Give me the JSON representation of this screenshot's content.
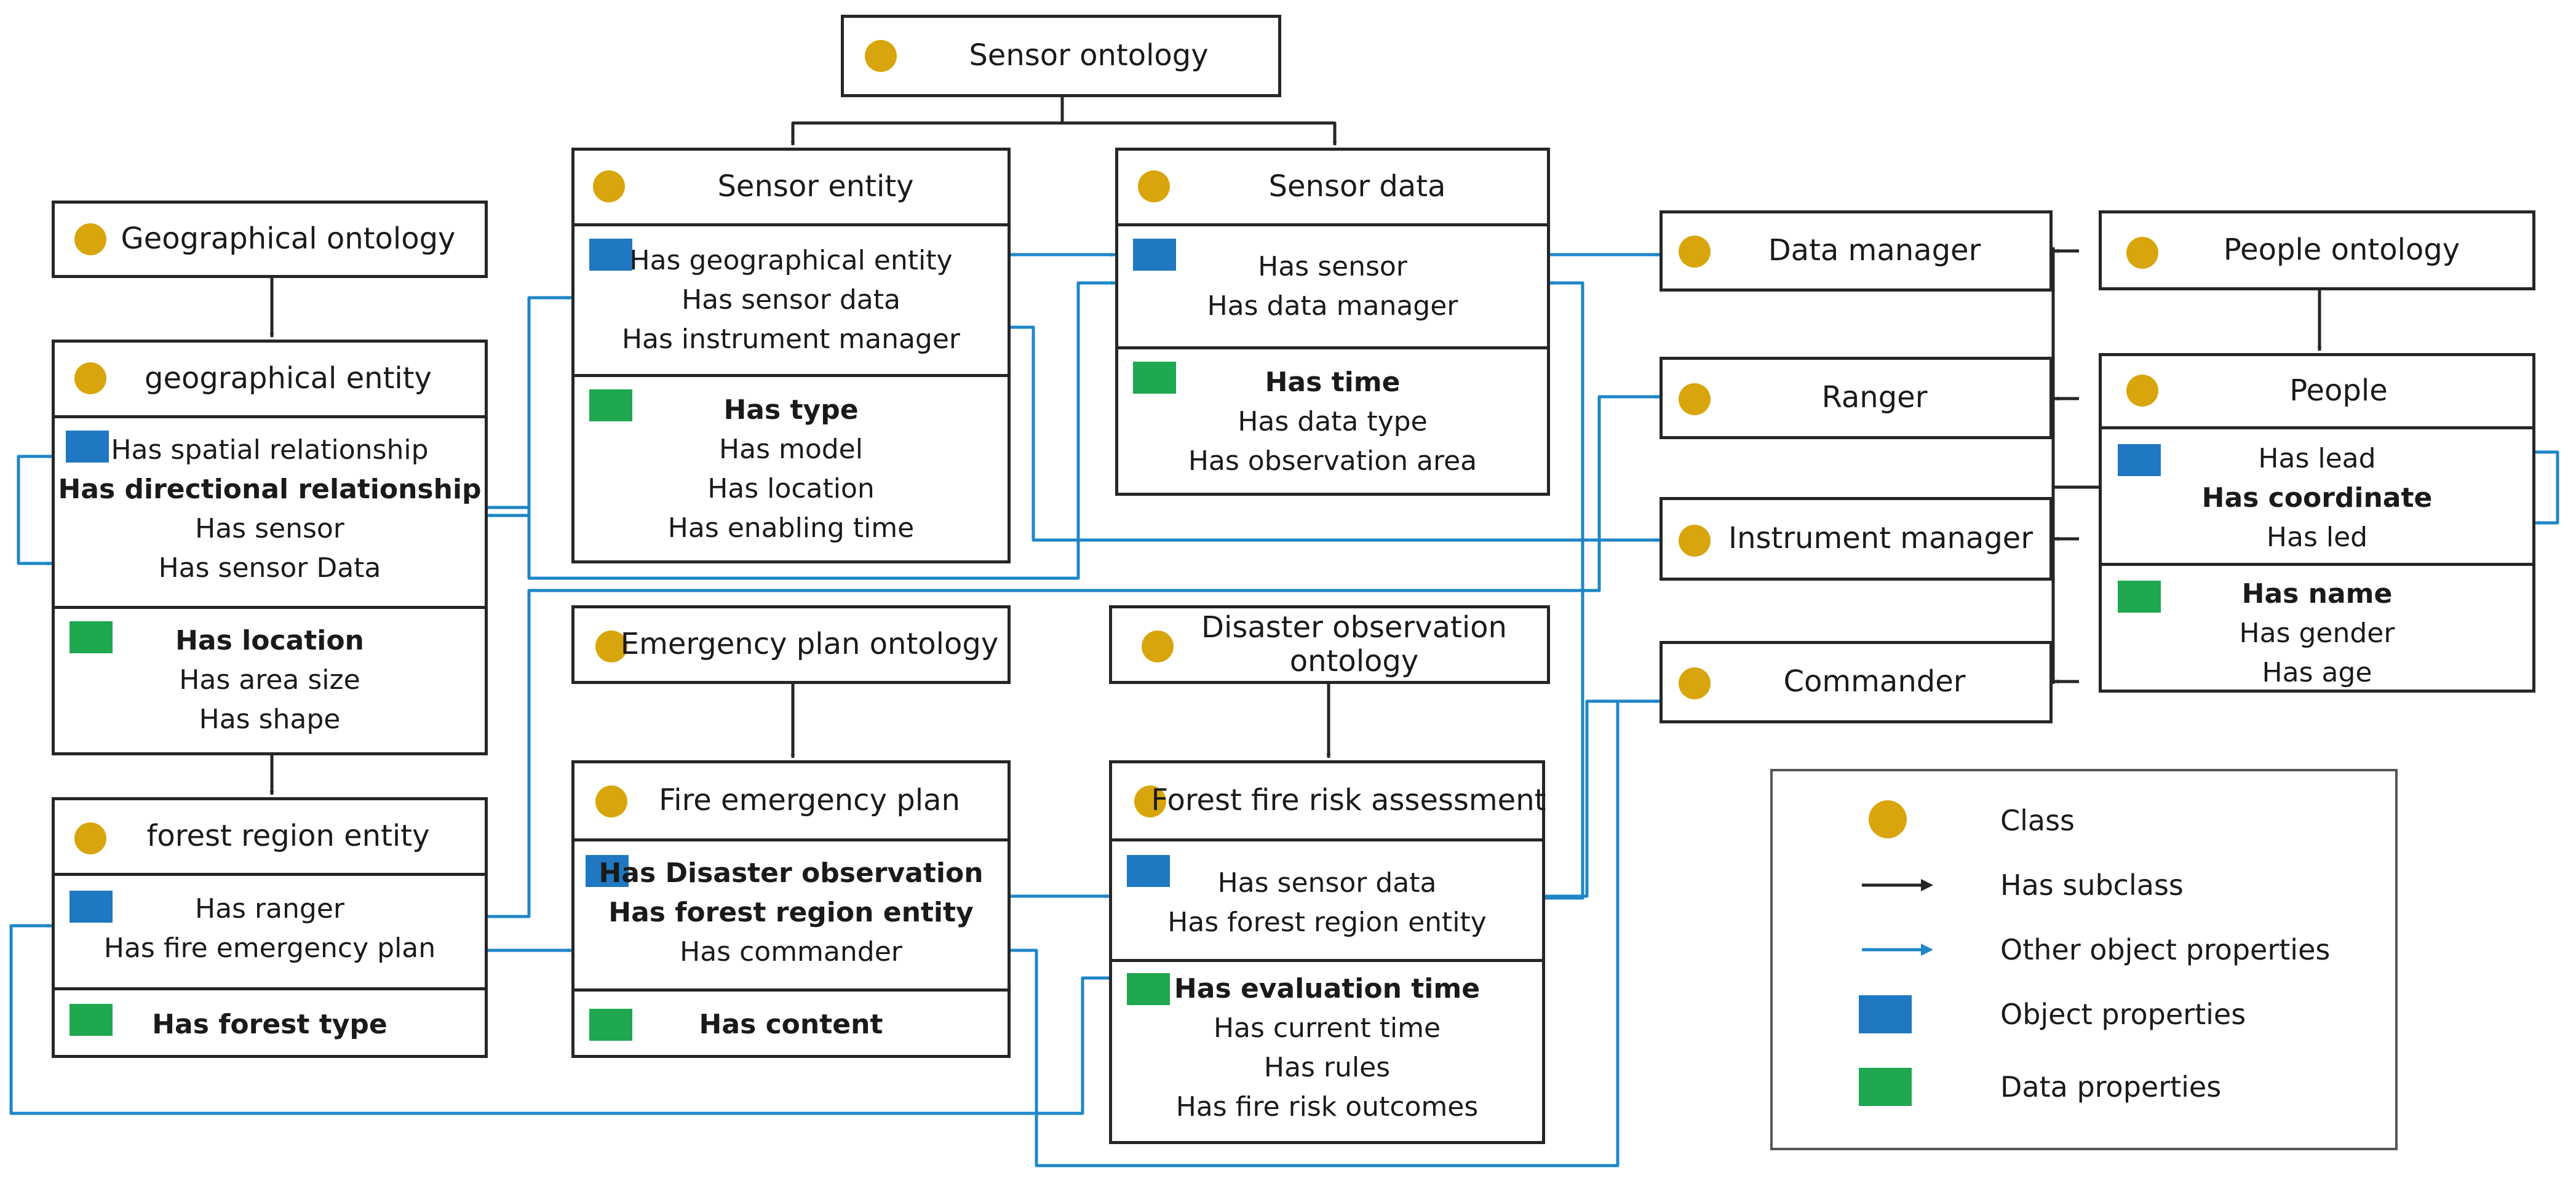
{
  "nodes": {
    "sensor_ontology": {
      "title": "Sensor ontology"
    },
    "geographical_ontology": {
      "title": "Geographical ontology"
    },
    "sensor_entity": {
      "title": "Sensor entity",
      "object_props": [
        "Has geographical entity",
        "Has sensor data",
        "Has instrument manager"
      ],
      "data_props": [
        "Has type",
        "Has model",
        "Has location",
        "Has enabling time"
      ]
    },
    "sensor_data": {
      "title": "Sensor data",
      "object_props": [
        "Has sensor",
        "Has data manager"
      ],
      "data_props": [
        "Has time",
        "Has data type",
        "Has observation area"
      ]
    },
    "geographical_entity": {
      "title": "geographical entity",
      "object_props": [
        "Has spatial relationship",
        "Has directional relationship",
        "Has sensor",
        "Has sensor Data"
      ],
      "data_props": [
        "Has location",
        "Has area size",
        "Has shape"
      ]
    },
    "forest_region_entity": {
      "title": "forest region entity",
      "object_props": [
        "Has ranger",
        "Has fire emergency plan"
      ],
      "data_props": [
        "Has forest type"
      ]
    },
    "emergency_plan_ontology": {
      "title": "Emergency plan ontology"
    },
    "disaster_observation_ontology": {
      "title": "Disaster observation ontology"
    },
    "fire_emergency_plan": {
      "title": "Fire emergency plan",
      "object_props": [
        "Has Disaster observation",
        "Has forest region entity",
        "Has commander"
      ],
      "data_props": [
        "Has content"
      ]
    },
    "forest_fire_risk_assessment": {
      "title": "Forest fire risk assessment",
      "object_props": [
        "Has sensor data",
        "Has forest region entity"
      ],
      "data_props": [
        "Has evaluation time",
        "Has current time",
        "Has rules",
        "Has fire risk outcomes"
      ]
    },
    "data_manager": {
      "title": "Data manager"
    },
    "ranger": {
      "title": "Ranger"
    },
    "instrument_manager": {
      "title": "Instrument manager"
    },
    "commander": {
      "title": "Commander"
    },
    "people_ontology": {
      "title": "People ontology"
    },
    "people": {
      "title": "People",
      "object_props": [
        "Has lead",
        "Has coordinate",
        "Has led"
      ],
      "data_props": [
        "Has name",
        "Has gender",
        "Has age"
      ]
    }
  },
  "legend": {
    "class": "Class",
    "subclass": "Has subclass",
    "other": "Other object properties",
    "object": "Object properties",
    "data": "Data properties"
  },
  "colors": {
    "class_dot": "#D9A50C",
    "object_square": "#1F78C1",
    "data_square": "#1FA84F",
    "subclass_arrow": "#262626",
    "object_arrow": "#1E86C8"
  }
}
